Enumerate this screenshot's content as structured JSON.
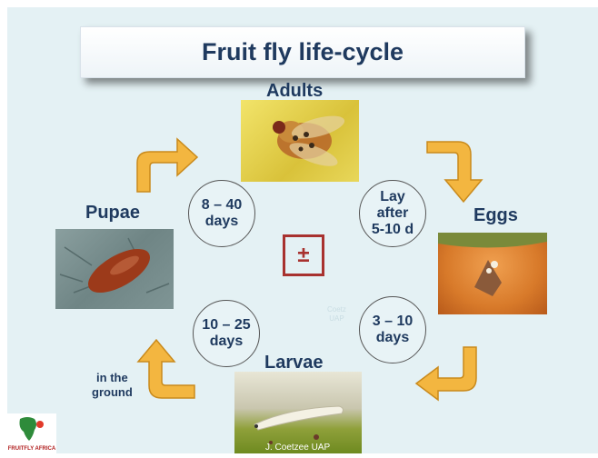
{
  "title": "Fruit fly life-cycle",
  "stages": {
    "adults": "Adults",
    "eggs": "Eggs",
    "larvae": "Larvae",
    "pupae": "Pupae"
  },
  "durations": {
    "lay_after": [
      "Lay",
      "after",
      "5-10 d"
    ],
    "eggs_to_larvae": [
      "3 – 10",
      "days"
    ],
    "larvae_to_pupae": [
      "10 – 25",
      "days"
    ],
    "pupae_to_adults": [
      "8 – 40",
      "days"
    ]
  },
  "center_symbol": "±",
  "in_the_ground": [
    "in the",
    "ground"
  ],
  "faint_text": [
    "Coetz",
    "UAP"
  ],
  "photo_credit": "J. Coetzee UAP",
  "logo_text": "FRUITFLY AFRICA",
  "colors": {
    "arrow": "#f3b640",
    "arrow_stroke": "#c98a1c",
    "center_box": "#a8322f",
    "text": "#1f3a5f"
  }
}
